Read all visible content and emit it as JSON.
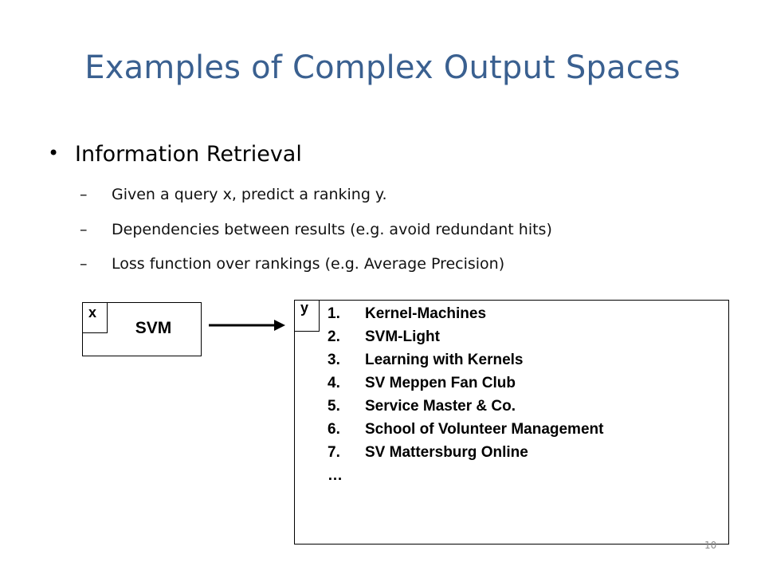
{
  "slide": {
    "title": "Examples of Complex Output Spaces",
    "bullet": "Information Retrieval",
    "bullet_marker": "•",
    "sub_marker": "–",
    "subbullets": [
      "Given a query x, predict a ranking y.",
      "Dependencies between results (e.g. avoid redundant hits)",
      "Loss function over rankings (e.g. Average Precision)"
    ],
    "page_number": "10"
  },
  "diagram": {
    "input_label": "x",
    "model_label": "SVM",
    "output_label": "y",
    "ranking": [
      {
        "num": "1.",
        "text": "Kernel-Machines"
      },
      {
        "num": "2.",
        "text": "SVM-Light"
      },
      {
        "num": "3.",
        "text": "Learning with Kernels"
      },
      {
        "num": "4.",
        "text": "SV Meppen Fan Club"
      },
      {
        "num": "5.",
        "text": "Service Master & Co."
      },
      {
        "num": "6.",
        "text": "School of Volunteer Management"
      },
      {
        "num": "7.",
        "text": "SV Mattersburg Online"
      }
    ],
    "ellipsis": "…"
  }
}
